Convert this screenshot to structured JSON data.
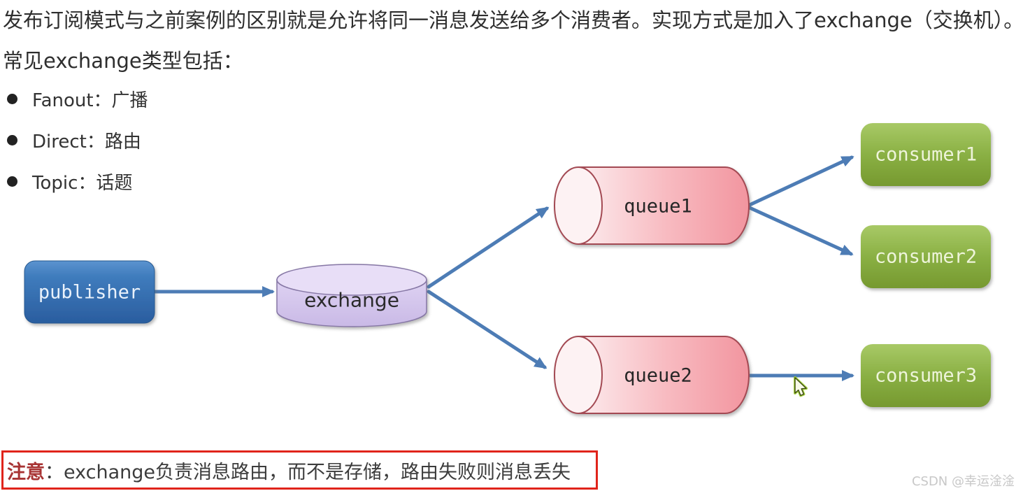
{
  "content": {
    "intro": "发布订阅模式与之前案例的区别就是允许将同一消息发送给多个消费者。实现方式是加入了exchange（交换机）。",
    "subtitle": "常见exchange类型包括：",
    "bullets": [
      "Fanout：广播",
      "Direct：路由",
      "Topic：话题"
    ]
  },
  "diagram": {
    "nodes": {
      "publisher": {
        "label": "publisher",
        "shape": "rounded-rect",
        "color": "#3572b2"
      },
      "exchange": {
        "label": "exchange",
        "shape": "cylinder-vertical",
        "color": "#d8c9ee"
      },
      "queue1": {
        "label": "queue1",
        "shape": "cylinder-horizontal",
        "color": "#f6a3ab"
      },
      "queue2": {
        "label": "queue2",
        "shape": "cylinder-horizontal",
        "color": "#f6a3ab"
      },
      "consumer1": {
        "label": "consumer1",
        "shape": "rounded-rect",
        "color": "#8ab040"
      },
      "consumer2": {
        "label": "consumer2",
        "shape": "rounded-rect",
        "color": "#8ab040"
      },
      "consumer3": {
        "label": "consumer3",
        "shape": "rounded-rect",
        "color": "#8ab040"
      }
    },
    "edges": [
      {
        "from": "publisher",
        "to": "exchange"
      },
      {
        "from": "exchange",
        "to": "queue1"
      },
      {
        "from": "exchange",
        "to": "queue2"
      },
      {
        "from": "queue1",
        "to": "consumer1"
      },
      {
        "from": "queue1",
        "to": "consumer2"
      },
      {
        "from": "queue2",
        "to": "consumer3"
      }
    ],
    "arrow_color": "#4d7cb5"
  },
  "note": {
    "prefix": "注意",
    "body": "：exchange负责消息路由，而不是存储，路由失败则消息丢失",
    "border_color": "#e0241b"
  },
  "watermark": {
    "text": "CSDN @幸运淦淦",
    "color": "#c8c8c8"
  }
}
